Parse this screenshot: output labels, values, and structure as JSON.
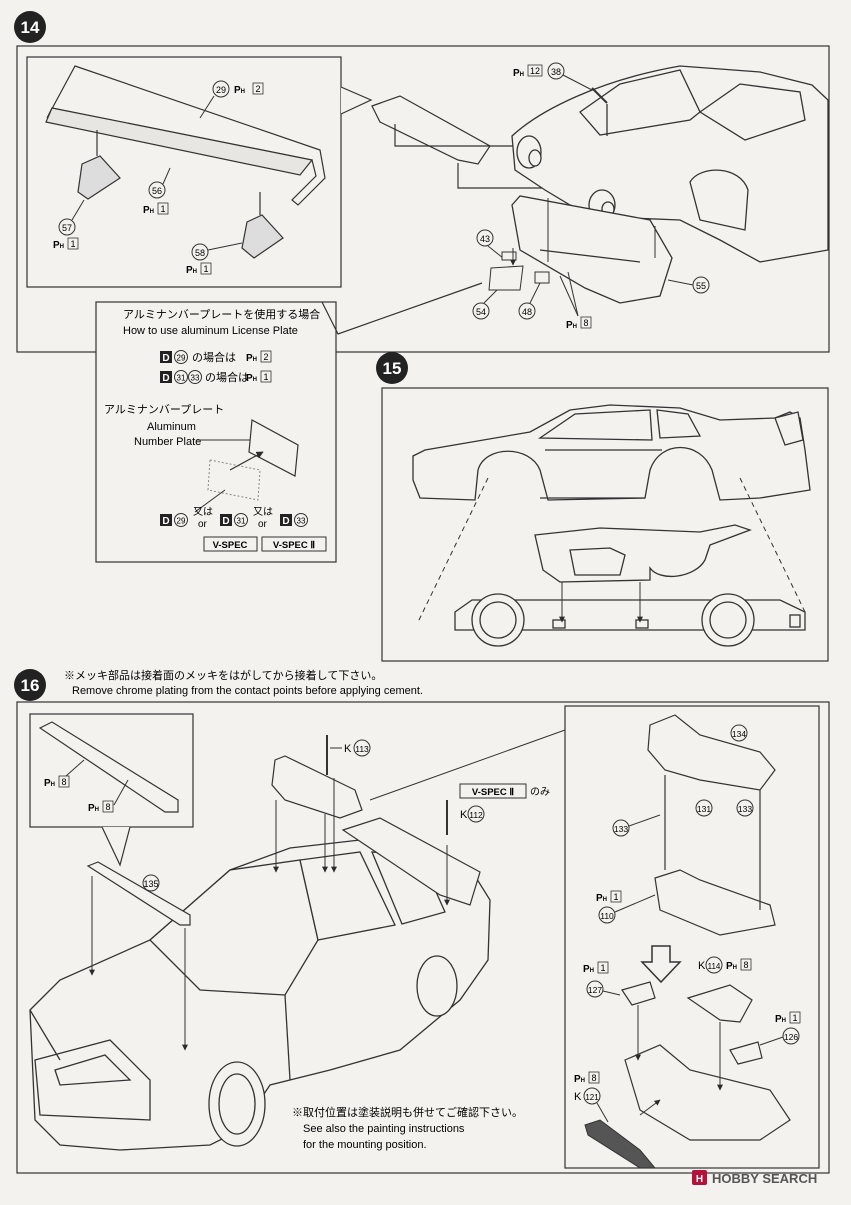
{
  "steps": {
    "s14": {
      "number": "14",
      "callouts": {
        "p29": "29",
        "p56": "56",
        "p57": "57",
        "p58": "58",
        "p38": "38",
        "p43": "43",
        "p54": "54",
        "p48": "48",
        "p55": "55"
      },
      "tags": {
        "ph2": "2",
        "ph1_56": "1",
        "ph1_57": "1",
        "ph1_58": "1",
        "ph12": "12",
        "ph8": "8"
      },
      "plate": {
        "title_jp": "アルミナンバープレートを使用する場合",
        "title_en": "How to use aluminum License Plate",
        "line1_part": "29",
        "line1_text": "の場合は",
        "line1_tag": "2",
        "line2_part_a": "31",
        "line2_part_b": "33",
        "line2_text": "の場合は",
        "line2_tag": "1",
        "label_jp": "アルミナンバープレート",
        "label_en1": "Aluminum",
        "label_en2": "Number Plate",
        "opt1": "29",
        "opt2": "31",
        "opt3": "33",
        "or_jp": "又は",
        "or_en": "or",
        "vspec": "V-SPEC",
        "vspec2": "V-SPEC Ⅱ"
      }
    },
    "s15": {
      "number": "15"
    },
    "s16": {
      "number": "16",
      "note_jp": "※メッキ部品は接着面のメッキをはがしてから接着して下さい。",
      "note_en": "Remove chrome plating from the contact points before applying cement.",
      "callouts": {
        "p113": "113",
        "p112": "112",
        "p135": "135",
        "p134": "134",
        "p133a": "133",
        "p131": "131",
        "p133b": "133",
        "p110": "110",
        "p127": "127",
        "p114": "114",
        "p126": "126",
        "p121": "121"
      },
      "tags": {
        "ph8_a": "8",
        "ph8_b": "8",
        "ph1_110": "1",
        "ph1_127": "1",
        "ph8_114": "8",
        "ph1_126": "1",
        "ph8_121": "8"
      },
      "k_label": "K",
      "vspec_only": "V-SPEC Ⅱ",
      "vspec_only_suffix": "のみ",
      "mount_note_jp": "※取付位置は塗装説明も併せてご確認下さい。",
      "mount_note_en1": "See also the painting instructions",
      "mount_note_en2": "for the mounting position."
    }
  },
  "watermark": {
    "brand": "HOBBY SEARCH"
  }
}
